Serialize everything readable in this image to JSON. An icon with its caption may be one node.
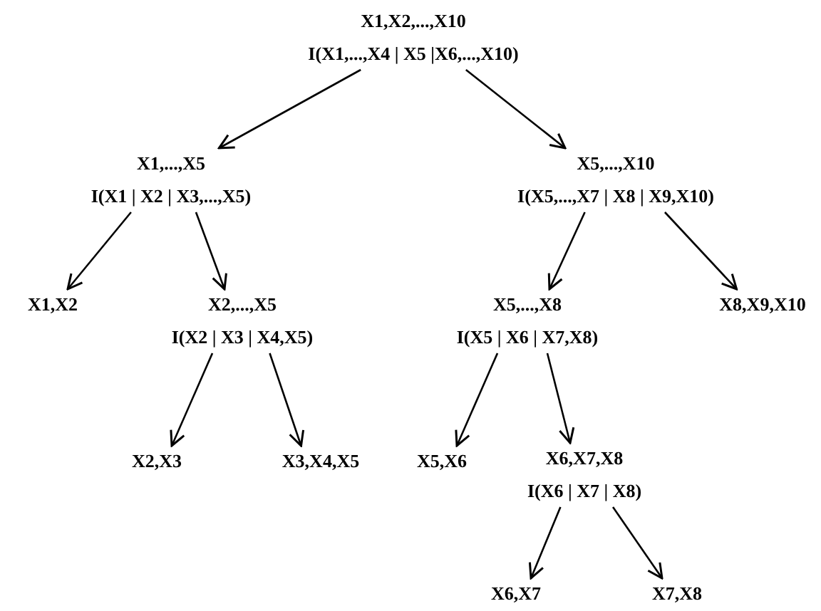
{
  "diagram": {
    "nodes": [
      {
        "text": [
          "X1,X2,...,X10",
          "I(X1,...,X4 | X5 |X6,...,X10)"
        ]
      },
      {
        "text": [
          "X1,...,X5",
          "I(X1 | X2 | X3,...,X5)"
        ]
      },
      {
        "text": [
          "X5,...,X10",
          "I(X5,...,X7 | X8 | X9,X10)"
        ]
      },
      {
        "text": [
          "X1,X2"
        ]
      },
      {
        "text": [
          "X2,...,X5",
          "I(X2 | X3 | X4,X5)"
        ]
      },
      {
        "text": [
          "X5,...,X8",
          "I(X5 | X6 | X7,X8)"
        ]
      },
      {
        "text": [
          "X8,X9,X10"
        ]
      },
      {
        "text": [
          "X2,X3"
        ]
      },
      {
        "text": [
          "X3,X4,X5"
        ]
      },
      {
        "text": [
          "X5,X6"
        ]
      },
      {
        "text": [
          "X6,X7,X8",
          "I(X6 | X7 | X8)"
        ]
      },
      {
        "text": [
          "X6,X7"
        ]
      },
      {
        "text": [
          "X7,X8"
        ]
      }
    ],
    "edges": [
      {
        "from": 0,
        "to": 1,
        "arrow": "to"
      },
      {
        "from": 0,
        "to": 2,
        "arrow": "to"
      },
      {
        "from": 1,
        "to": 3,
        "arrow": "to"
      },
      {
        "from": 1,
        "to": 4,
        "arrow": "to"
      },
      {
        "from": 2,
        "to": 5,
        "arrow": "to"
      },
      {
        "from": 2,
        "to": 6,
        "arrow": "to"
      },
      {
        "from": 4,
        "to": 7,
        "arrow": "to"
      },
      {
        "from": 4,
        "to": 8,
        "arrow": "to"
      },
      {
        "from": 5,
        "to": 9,
        "arrow": "to"
      },
      {
        "from": 5,
        "to": 10,
        "arrow": "to"
      },
      {
        "from": 10,
        "to": 11,
        "arrow": "to"
      },
      {
        "from": 10,
        "to": 12,
        "arrow": "to"
      }
    ]
  }
}
